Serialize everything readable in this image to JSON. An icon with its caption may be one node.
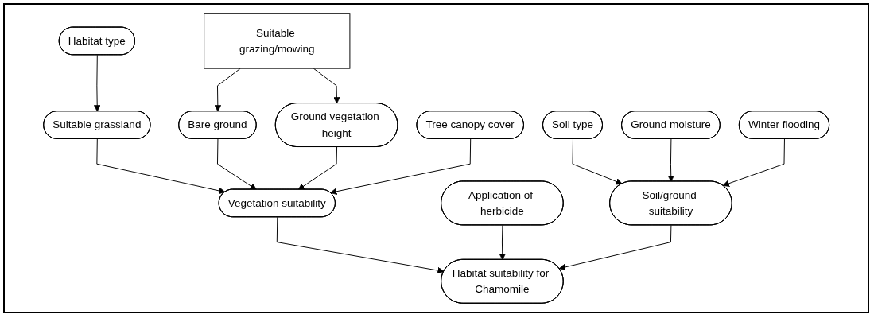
{
  "diagram": {
    "nodes": [
      {
        "text": [
          "Habitat type"
        ]
      },
      {
        "text": [
          "Suitable grazing/mowing"
        ]
      },
      {
        "text": [
          "Suitable grassland"
        ]
      },
      {
        "text": [
          "Bare ground"
        ]
      },
      {
        "text": [
          "Ground vegetation height"
        ]
      },
      {
        "text": [
          "Tree canopy cover"
        ]
      },
      {
        "text": [
          "Soil type"
        ]
      },
      {
        "text": [
          "Ground moisture"
        ]
      },
      {
        "text": [
          "Winter flooding"
        ]
      },
      {
        "text": [
          "Vegetation suitability"
        ]
      },
      {
        "text": [
          "Application of herbicide"
        ]
      },
      {
        "text": [
          "Soil/ground suitability"
        ]
      },
      {
        "text": [
          "Habitat suitability for Chamomile"
        ]
      }
    ],
    "edges": [
      {
        "from": 0,
        "to": 2,
        "arrow": "to"
      },
      {
        "from": 1,
        "to": 3,
        "arrow": "to"
      },
      {
        "from": 1,
        "to": 4,
        "arrow": "to"
      },
      {
        "from": 2,
        "to": 9,
        "arrow": "to"
      },
      {
        "from": 3,
        "to": 9,
        "arrow": "to"
      },
      {
        "from": 4,
        "to": 9,
        "arrow": "to"
      },
      {
        "from": 5,
        "to": 9,
        "arrow": "to"
      },
      {
        "from": 6,
        "to": 11,
        "arrow": "to"
      },
      {
        "from": 7,
        "to": 11,
        "arrow": "to"
      },
      {
        "from": 8,
        "to": 11,
        "arrow": "to"
      },
      {
        "from": 9,
        "to": 12,
        "arrow": "to"
      },
      {
        "from": 10,
        "to": 12,
        "arrow": "to"
      },
      {
        "from": 11,
        "to": 12,
        "arrow": "to"
      }
    ]
  }
}
